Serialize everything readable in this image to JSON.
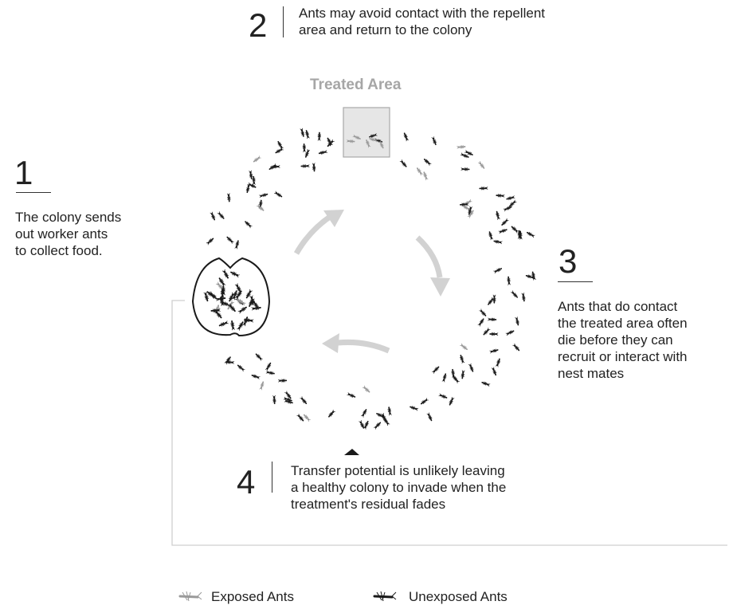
{
  "steps": {
    "s1": {
      "num": "1",
      "lines": [
        "The colony sends",
        "out worker ants",
        "to collect food."
      ]
    },
    "s2": {
      "num": "2",
      "lines": [
        "Ants may avoid contact with the repellent",
        "area and return to the colony"
      ]
    },
    "s3": {
      "num": "3",
      "lines": [
        "Ants that do contact",
        "the treated area often",
        "die before they can",
        "recruit or interact with",
        "nest mates"
      ]
    },
    "s4": {
      "num": "4",
      "lines": [
        "Transfer potential is unlikely leaving",
        "a healthy colony to invade when the",
        "treatment's residual fades"
      ]
    }
  },
  "treated_area_label": "Treated Area",
  "legend": {
    "exposed": "Exposed Ants",
    "unexposed": "Unexposed Ants"
  },
  "colors": {
    "unexposed_ant": "#1a1a1a",
    "exposed_ant": "#9a9a9a",
    "treated_fill": "#e6e6e6",
    "treated_stroke": "#a8a8a8",
    "flow_arrow": "#d2d2d2",
    "bracket": "#cfcfcf"
  }
}
